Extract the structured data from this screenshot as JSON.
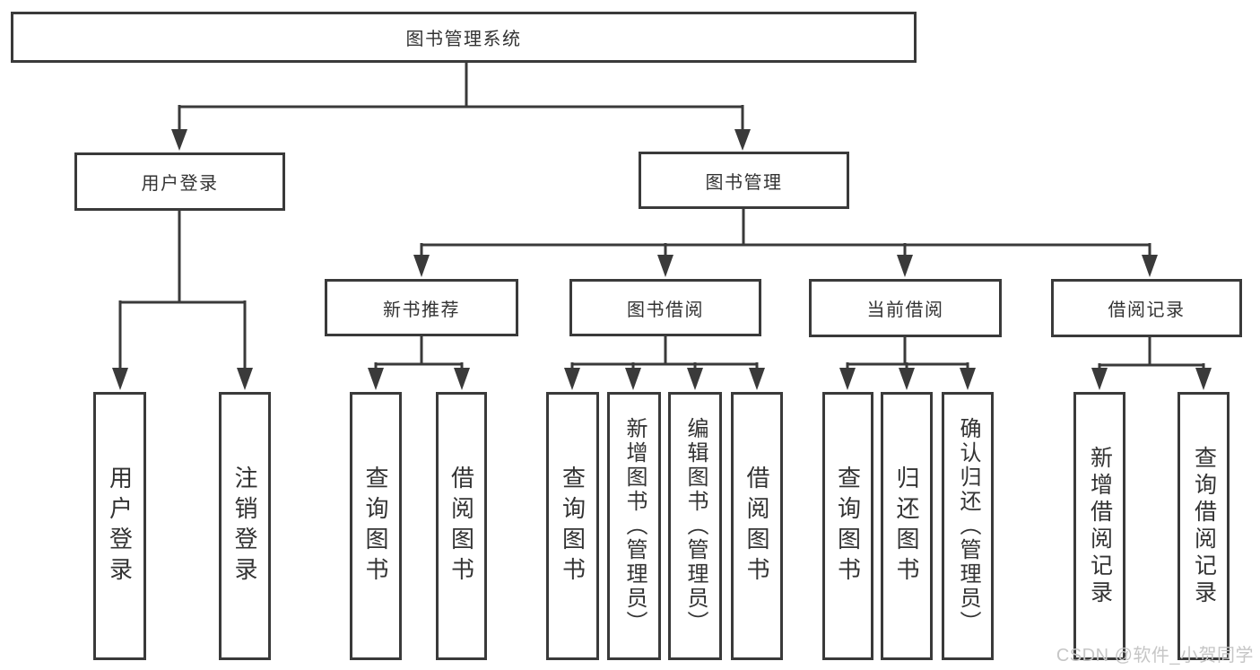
{
  "diagram": {
    "kind": "hierarchy-structure-chart",
    "title": "图书管理系统"
  },
  "tree": {
    "label": "图书管理系统",
    "children": [
      {
        "label": "用户登录",
        "children": [
          {
            "label": "用户登录"
          },
          {
            "label": "注销登录"
          }
        ]
      },
      {
        "label": "图书管理",
        "children": [
          {
            "label": "新书推荐",
            "children": [
              {
                "label": "查询图书"
              },
              {
                "label": "借阅图书"
              }
            ]
          },
          {
            "label": "图书借阅",
            "children": [
              {
                "label": "查询图书"
              },
              {
                "label": "新增图书（管理员）"
              },
              {
                "label": "编辑图书（管理员）"
              },
              {
                "label": "借阅图书"
              }
            ]
          },
          {
            "label": "当前借阅",
            "children": [
              {
                "label": "查询图书"
              },
              {
                "label": "归还图书"
              },
              {
                "label": "确认归还（管理员）"
              }
            ]
          },
          {
            "label": "借阅记录",
            "children": [
              {
                "label": "新增借阅记录"
              },
              {
                "label": "查询借阅记录"
              }
            ]
          }
        ]
      }
    ]
  },
  "watermark": {
    "text": "CSDN @软件_小贺同学"
  },
  "colors": {
    "background": "#ffffff",
    "line": "#3a3a3a",
    "box_border": "#3a3a3a",
    "text": "#333333",
    "watermark": "#c6c6c6"
  }
}
